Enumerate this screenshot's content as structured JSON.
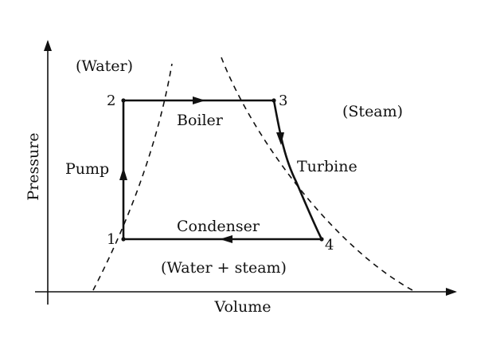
{
  "axes": {
    "y_label": "Pressure",
    "x_label": "Volume"
  },
  "regions": {
    "water": "(Water)",
    "steam": "(Steam)",
    "mixture": "(Water + steam)"
  },
  "processes": {
    "boiler": "Boiler",
    "turbine": "Turbine",
    "condenser": "Condenser",
    "pump": "Pump"
  },
  "states": [
    "1",
    "2",
    "3",
    "4"
  ]
}
